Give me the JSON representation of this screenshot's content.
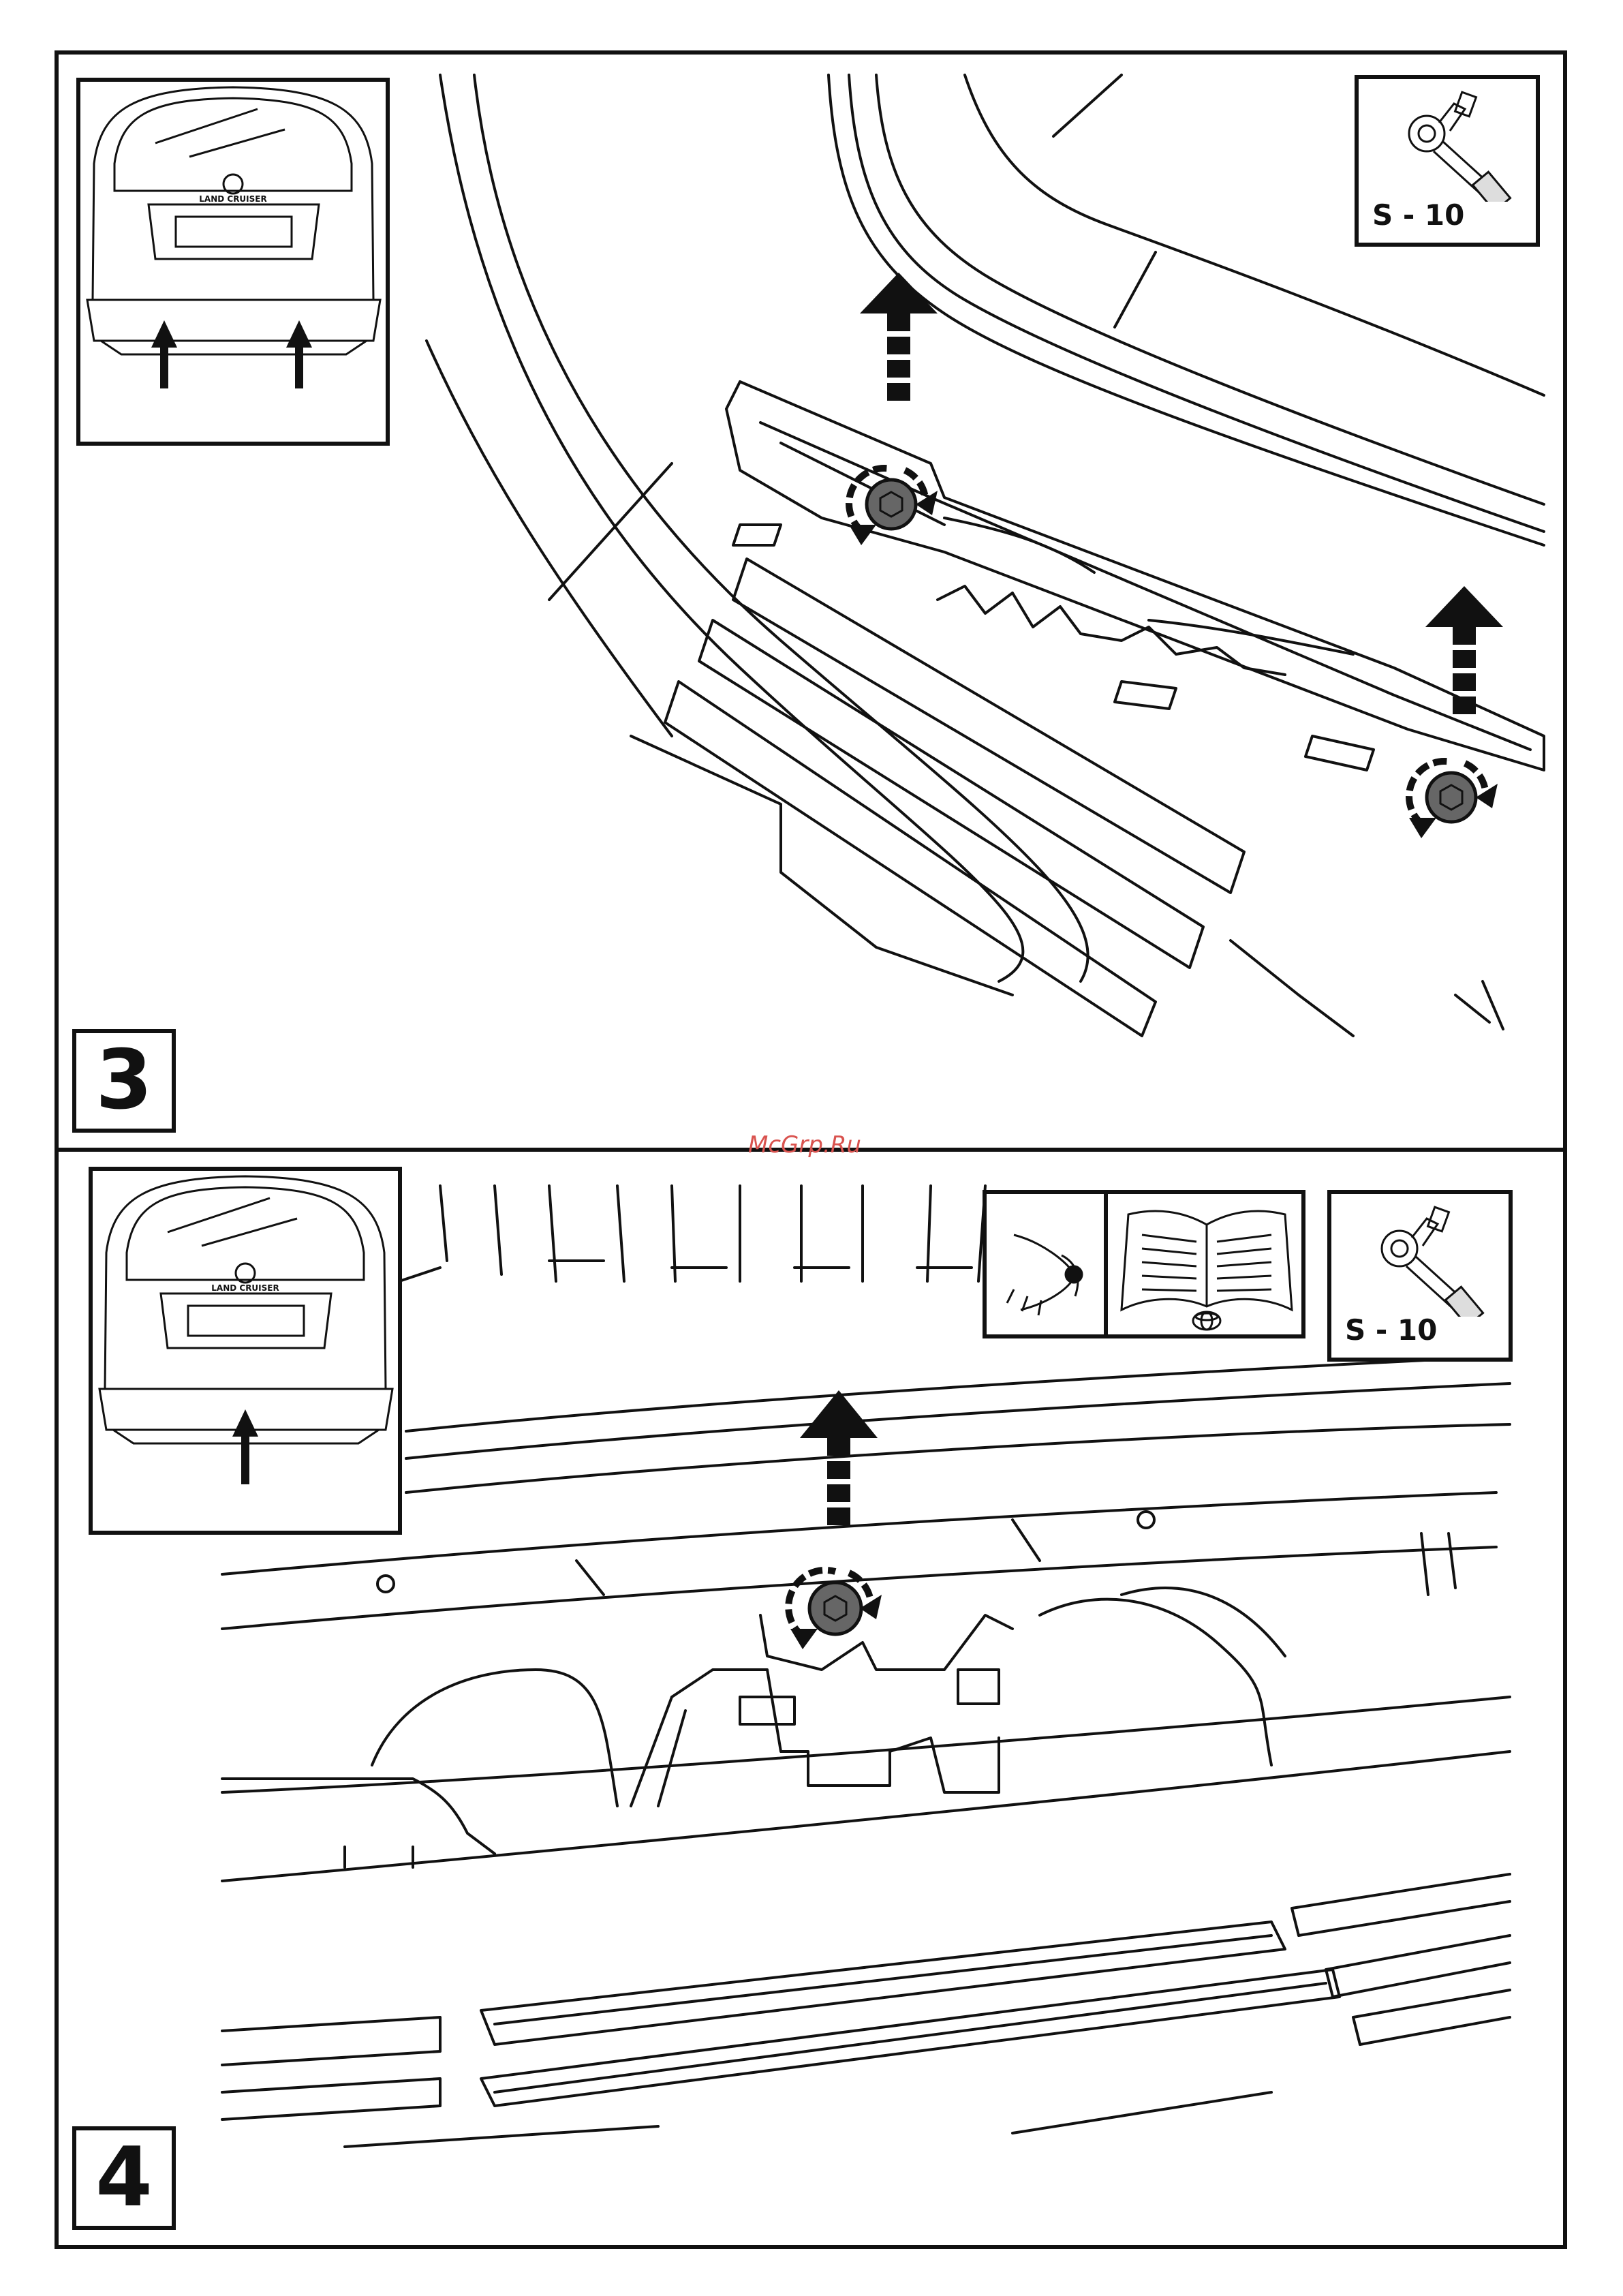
{
  "watermark": "McGrp.Ru",
  "steps": [
    {
      "number": "3",
      "tool_label": "S - 10",
      "vehicle_badge": "LAND CRUISER"
    },
    {
      "number": "4",
      "tool_label": "S - 10",
      "vehicle_badge": "LAND CRUISER"
    }
  ],
  "icons": {
    "tool": "socket-wrench-icon",
    "eye": "eye-icon",
    "manual": "manual-book-icon",
    "brand": "toyota-logo-icon",
    "arrow_up": "arrow-up-icon",
    "rotate": "rotate-arrows-icon",
    "bolt": "hex-bolt-icon"
  },
  "colors": {
    "line": "#111111",
    "bolt": "#666666",
    "watermark": "#d9534f"
  }
}
